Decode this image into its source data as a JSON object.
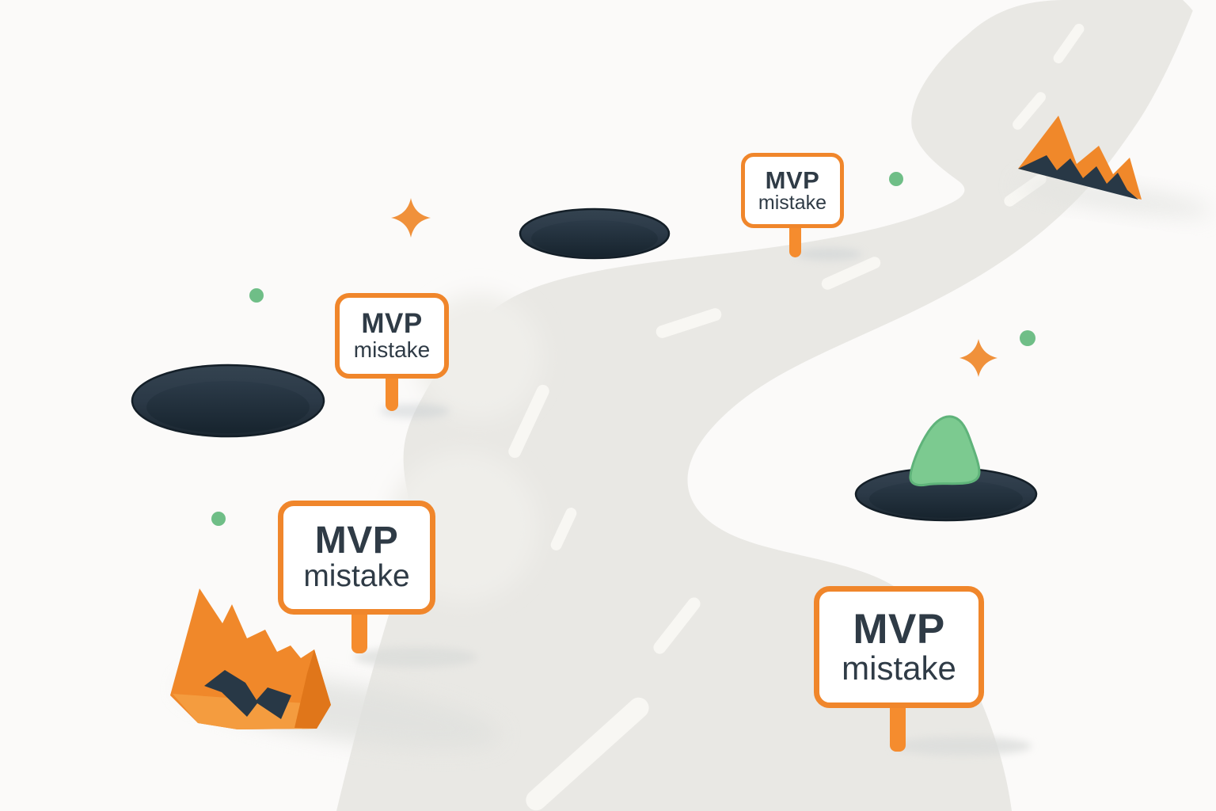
{
  "signs": [
    {
      "id": "top",
      "line1": "MVP",
      "line2": "mistake"
    },
    {
      "id": "middle-left",
      "line1": "MVP",
      "line2": "mistake"
    },
    {
      "id": "bottom-left",
      "line1": "MVP",
      "line2": "mistake"
    },
    {
      "id": "bottom-right",
      "line1": "MVP",
      "line2": "mistake"
    }
  ],
  "decorations": {
    "potholes": 3,
    "fire_hazards": 2,
    "sparkles": 2,
    "green_dots": 4,
    "traffic_cones": 1
  },
  "palette": {
    "background": "#FBFAF9",
    "road": "#E9E8E4",
    "road_dash": "#F8F7F3",
    "sign_border": "#F0862B",
    "sign_text": "#2F3B46",
    "post": "#F58C2E",
    "fire_orange": "#F0882A",
    "fire_orange_light": "#F49C3F",
    "fire_orange_dark": "#E0761A",
    "hazard_navy": "#28384'6",
    "pothole_light": "#334251",
    "pothole_dark": "#1B2731",
    "dot_green": "#6FBE87",
    "cone_green": "#7CCA90",
    "sparkle_orange": "#F0913B",
    "shadow_gray": "#DDDFDC"
  }
}
